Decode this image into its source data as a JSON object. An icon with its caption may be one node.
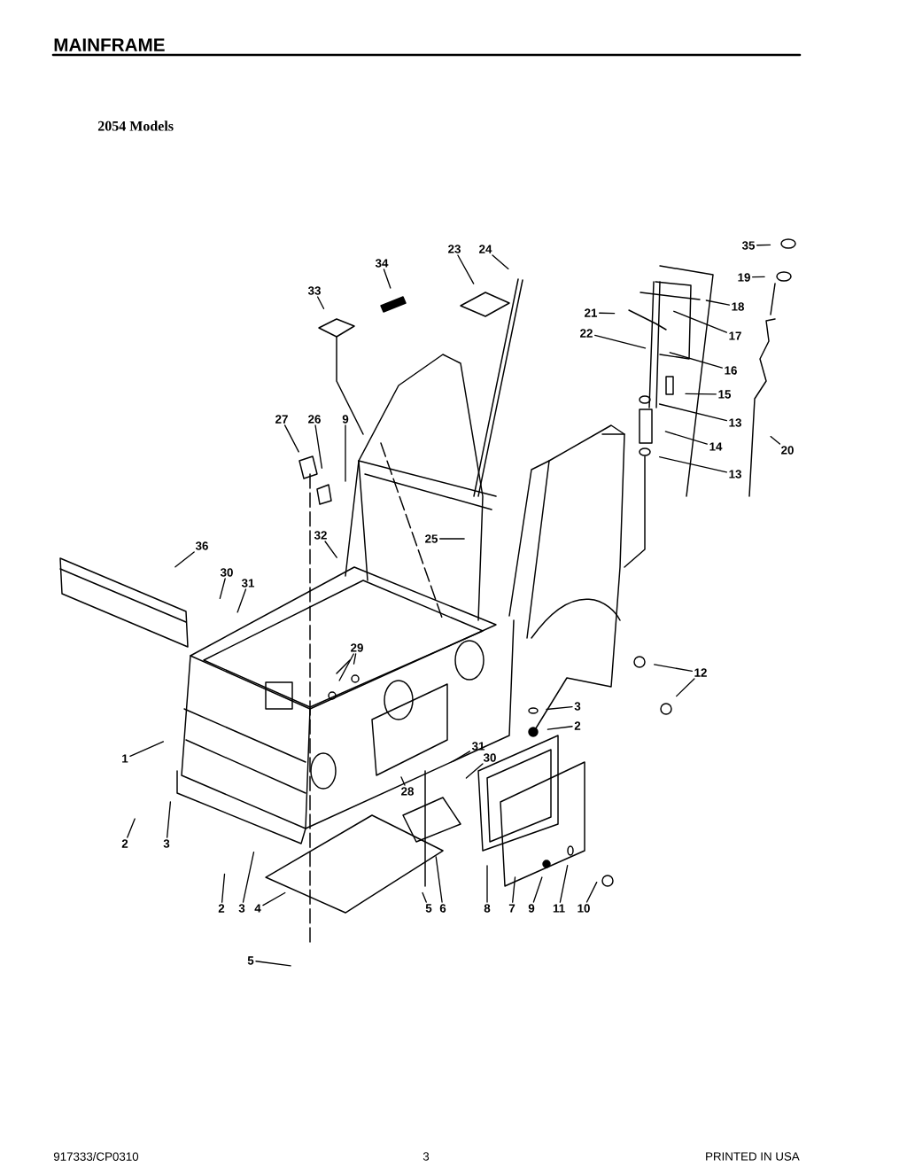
{
  "diagram": {
    "title": "MAINFRAME",
    "nodes": [
      {
        "text": [
          "35"
        ]
      },
      {
        "text": [
          "23"
        ]
      },
      {
        "text": [
          "24"
        ]
      },
      {
        "text": [
          "34"
        ]
      },
      {
        "text": [
          "19"
        ]
      },
      {
        "text": [
          "33"
        ]
      },
      {
        "text": [
          "18"
        ]
      },
      {
        "text": [
          "21"
        ]
      },
      {
        "text": [
          "22"
        ]
      },
      {
        "text": [
          "17"
        ]
      },
      {
        "text": [
          "16"
        ]
      },
      {
        "text": [
          "15"
        ]
      },
      {
        "text": [
          "27"
        ]
      },
      {
        "text": [
          "26"
        ]
      },
      {
        "text": [
          "9"
        ]
      },
      {
        "text": [
          "13"
        ]
      },
      {
        "text": [
          "14"
        ]
      },
      {
        "text": [
          "20"
        ]
      },
      {
        "text": [
          "13"
        ]
      },
      {
        "text": [
          "32"
        ]
      },
      {
        "text": [
          "25"
        ]
      },
      {
        "text": [
          "36"
        ]
      },
      {
        "text": [
          "30"
        ]
      },
      {
        "text": [
          "31"
        ]
      },
      {
        "text": [
          "29"
        ]
      },
      {
        "text": [
          "12"
        ]
      },
      {
        "text": [
          "3"
        ]
      },
      {
        "text": [
          "2"
        ]
      },
      {
        "text": [
          "31"
        ]
      },
      {
        "text": [
          "1"
        ]
      },
      {
        "text": [
          "30"
        ]
      },
      {
        "text": [
          "28"
        ]
      },
      {
        "text": [
          "2"
        ]
      },
      {
        "text": [
          "3"
        ]
      },
      {
        "text": [
          "2"
        ]
      },
      {
        "text": [
          "3"
        ]
      },
      {
        "text": [
          "4"
        ]
      },
      {
        "text": [
          "5"
        ]
      },
      {
        "text": [
          "6"
        ]
      },
      {
        "text": [
          "8"
        ]
      },
      {
        "text": [
          "7"
        ]
      },
      {
        "text": [
          "9"
        ]
      },
      {
        "text": [
          "11"
        ]
      },
      {
        "text": [
          "10"
        ]
      },
      {
        "text": [
          "5"
        ]
      }
    ],
    "edges": [
      {
        "from": 0,
        "to": null,
        "arrow": "none"
      },
      {
        "from": 1,
        "to": null,
        "arrow": "none"
      },
      {
        "from": 2,
        "to": null,
        "arrow": "none"
      },
      {
        "from": 3,
        "to": null,
        "arrow": "none"
      },
      {
        "from": 4,
        "to": null,
        "arrow": "none"
      },
      {
        "from": 5,
        "to": null,
        "arrow": "none"
      },
      {
        "from": 6,
        "to": null,
        "arrow": "none"
      },
      {
        "from": 7,
        "to": null,
        "arrow": "none"
      },
      {
        "from": 8,
        "to": null,
        "arrow": "none"
      },
      {
        "from": 9,
        "to": null,
        "arrow": "none"
      },
      {
        "from": 10,
        "to": null,
        "arrow": "none"
      },
      {
        "from": 11,
        "to": null,
        "arrow": "none"
      },
      {
        "from": 12,
        "to": null,
        "arrow": "none"
      },
      {
        "from": 13,
        "to": null,
        "arrow": "none"
      },
      {
        "from": 14,
        "to": null,
        "arrow": "none"
      },
      {
        "from": 15,
        "to": null,
        "arrow": "none"
      },
      {
        "from": 16,
        "to": null,
        "arrow": "none"
      },
      {
        "from": 17,
        "to": null,
        "arrow": "none"
      },
      {
        "from": 18,
        "to": null,
        "arrow": "none"
      },
      {
        "from": 19,
        "to": null,
        "arrow": "none"
      },
      {
        "from": 20,
        "to": null,
        "arrow": "none"
      },
      {
        "from": 21,
        "to": null,
        "arrow": "none"
      },
      {
        "from": 22,
        "to": null,
        "arrow": "none"
      },
      {
        "from": 23,
        "to": null,
        "arrow": "none"
      },
      {
        "from": 24,
        "to": null,
        "arrow": "none"
      },
      {
        "from": 24,
        "to": null,
        "arrow": "none"
      },
      {
        "from": 25,
        "to": null,
        "arrow": "none"
      },
      {
        "from": 25,
        "to": null,
        "arrow": "none"
      },
      {
        "from": 26,
        "to": null,
        "arrow": "none"
      },
      {
        "from": 27,
        "to": null,
        "arrow": "none"
      },
      {
        "from": 28,
        "to": null,
        "arrow": "none"
      },
      {
        "from": 29,
        "to": null,
        "arrow": "none"
      },
      {
        "from": 30,
        "to": null,
        "arrow": "none"
      },
      {
        "from": 31,
        "to": null,
        "arrow": "none"
      },
      {
        "from": 32,
        "to": null,
        "arrow": "none"
      },
      {
        "from": 33,
        "to": null,
        "arrow": "none"
      },
      {
        "from": 34,
        "to": null,
        "arrow": "none"
      },
      {
        "from": 35,
        "to": null,
        "arrow": "none"
      },
      {
        "from": 36,
        "to": null,
        "arrow": "none"
      },
      {
        "from": 37,
        "to": null,
        "arrow": "none"
      },
      {
        "from": 38,
        "to": null,
        "arrow": "none"
      },
      {
        "from": 39,
        "to": null,
        "arrow": "none"
      },
      {
        "from": 40,
        "to": null,
        "arrow": "none"
      },
      {
        "from": 41,
        "to": null,
        "arrow": "none"
      },
      {
        "from": 42,
        "to": null,
        "arrow": "none"
      },
      {
        "from": 43,
        "to": null,
        "arrow": "none"
      },
      {
        "from": 44,
        "to": null,
        "arrow": "none"
      }
    ],
    "labels": [
      "2054 Models",
      "917333/CP0310",
      "3",
      "PRINTED IN USA"
    ]
  }
}
